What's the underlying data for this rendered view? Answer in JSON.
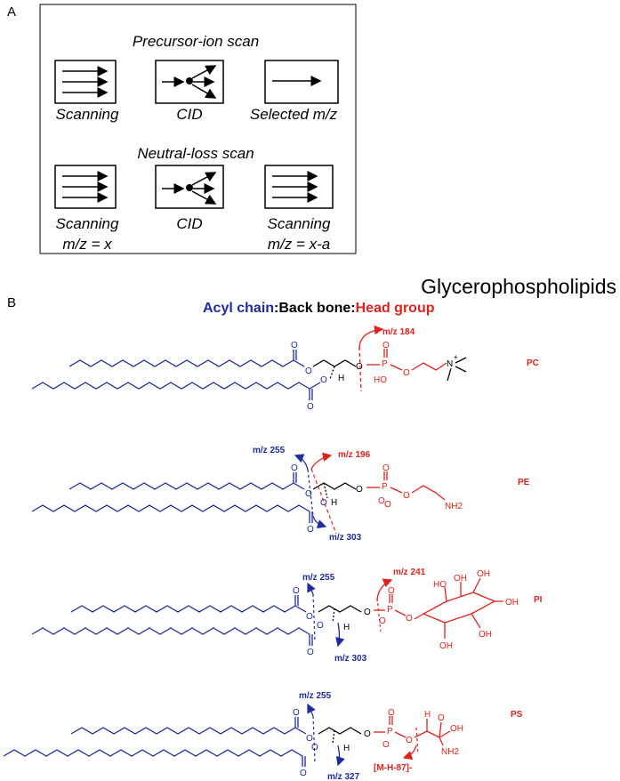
{
  "panel_a": {
    "letter": "A",
    "precursor": {
      "title": "Precursor-ion scan",
      "labels": [
        "Scanning",
        "CID",
        "Selected m/z"
      ]
    },
    "neutral": {
      "title": "Neutral-loss scan",
      "labels": [
        "Scanning",
        "CID",
        "Scanning"
      ],
      "sub_left": "m/z = x",
      "sub_right": "m/z = x-a"
    }
  },
  "panel_b": {
    "letter": "B",
    "title": "Glycerophospholipids",
    "legend": {
      "acyl": "Acyl chain",
      "sep1": ":",
      "backbone": "Back bone",
      "sep2": ":",
      "head": "Head group"
    },
    "colors": {
      "acyl": "#1f2a9e",
      "backbone": "#000000",
      "head": "#e0211d"
    },
    "molecules": [
      {
        "class": "PC",
        "fragments": [
          "m/z 184"
        ],
        "atoms": [
          "O",
          "O",
          "O",
          "O",
          "H",
          "O",
          "P",
          "O",
          "HO",
          "O",
          "N",
          "+"
        ]
      },
      {
        "class": "PE",
        "fragments": [
          "m/z 255",
          "m/z 196",
          "m/z 303"
        ],
        "atoms": [
          "O",
          "O",
          "O",
          "O",
          "H",
          "O",
          "P",
          "O",
          "O",
          "O",
          "O",
          "NH2"
        ]
      },
      {
        "class": "PI",
        "fragments": [
          "m/z 255",
          "m/z 241",
          "m/z 303"
        ],
        "atoms": [
          "O",
          "O",
          "O",
          "O",
          "H",
          "O",
          "P",
          "O",
          "O",
          "O",
          "OH",
          "OH",
          "OH",
          "HO",
          "OH",
          "OH"
        ]
      },
      {
        "class": "PS",
        "fragments": [
          "m/z 255",
          "m/z 327",
          "[M-H-87]-"
        ],
        "atoms": [
          "O",
          "O",
          "O",
          "O",
          "H",
          "O",
          "P",
          "O",
          "O",
          "O",
          "H",
          "OH",
          "O",
          "NH2"
        ]
      }
    ]
  }
}
